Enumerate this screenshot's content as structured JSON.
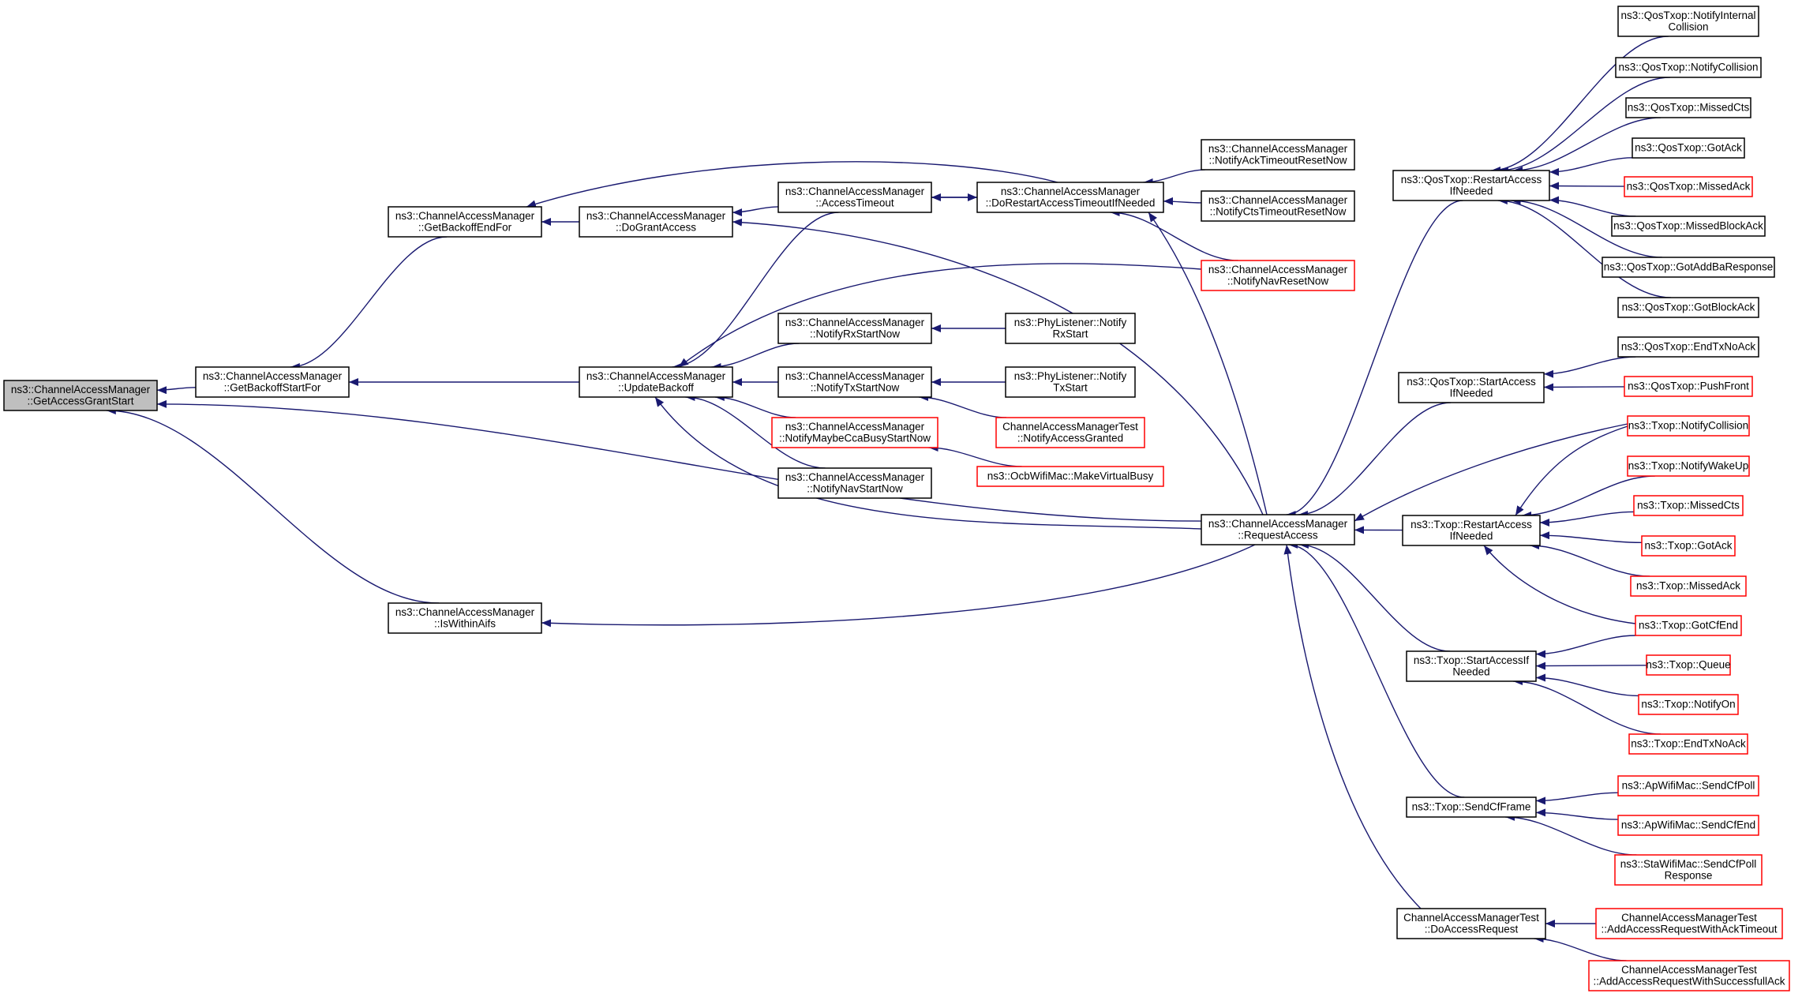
{
  "colors": {
    "edge": "#191970",
    "normal_border": "#000000",
    "link_border": "#ff0000",
    "root_fill": "#bfbfbf",
    "node_fill": "#ffffff"
  },
  "nodes": {
    "root": {
      "lines": [
        "ns3::ChannelAccessManager",
        "::GetAccessGrantStart"
      ],
      "style": "root"
    },
    "getBackoffStartFor": {
      "lines": [
        "ns3::ChannelAccessManager",
        "::GetBackoffStartFor"
      ],
      "style": "normal"
    },
    "getBackoffEndFor": {
      "lines": [
        "ns3::ChannelAccessManager",
        "::GetBackoffEndFor"
      ],
      "style": "normal"
    },
    "isWithinAifs": {
      "lines": [
        "ns3::ChannelAccessManager",
        "::IsWithinAifs"
      ],
      "style": "normal"
    },
    "doGrantAccess": {
      "lines": [
        "ns3::ChannelAccessManager",
        "::DoGrantAccess"
      ],
      "style": "normal"
    },
    "updateBackoff": {
      "lines": [
        "ns3::ChannelAccessManager",
        "::UpdateBackoff"
      ],
      "style": "normal"
    },
    "accessTimeout": {
      "lines": [
        "ns3::ChannelAccessManager",
        "::AccessTimeout"
      ],
      "style": "normal"
    },
    "doRestartAccess": {
      "lines": [
        "ns3::ChannelAccessManager",
        "::DoRestartAccessTimeoutIfNeeded"
      ],
      "style": "normal"
    },
    "notifyAckTimeoutReset": {
      "lines": [
        "ns3::ChannelAccessManager",
        "::NotifyAckTimeoutResetNow"
      ],
      "style": "normal"
    },
    "notifyCtsTimeoutReset": {
      "lines": [
        "ns3::ChannelAccessManager",
        "::NotifyCtsTimeoutResetNow"
      ],
      "style": "normal"
    },
    "notifyNavReset": {
      "lines": [
        "ns3::ChannelAccessManager",
        "::NotifyNavResetNow"
      ],
      "style": "link"
    },
    "notifyRxStart": {
      "lines": [
        "ns3::ChannelAccessManager",
        "::NotifyRxStartNow"
      ],
      "style": "normal"
    },
    "notifyTxStart": {
      "lines": [
        "ns3::ChannelAccessManager",
        "::NotifyTxStartNow"
      ],
      "style": "normal"
    },
    "notifyMaybeCca": {
      "lines": [
        "ns3::ChannelAccessManager",
        "::NotifyMaybeCcaBusyStartNow"
      ],
      "style": "link"
    },
    "notifyNavStart": {
      "lines": [
        "ns3::ChannelAccessManager",
        "::NotifyNavStartNow"
      ],
      "style": "normal"
    },
    "phyRx": {
      "lines": [
        "ns3::PhyListener::Notify",
        "RxStart"
      ],
      "style": "normal"
    },
    "phyTx": {
      "lines": [
        "ns3::PhyListener::Notify",
        "TxStart"
      ],
      "style": "normal"
    },
    "camtNotifyAccessGranted": {
      "lines": [
        "ChannelAccessManagerTest",
        "::NotifyAccessGranted"
      ],
      "style": "link"
    },
    "ocbMakeVirtualBusy": {
      "lines": [
        "ns3::OcbWifiMac::MakeVirtualBusy"
      ],
      "style": "link"
    },
    "requestAccess": {
      "lines": [
        "ns3::ChannelAccessManager",
        "::RequestAccess"
      ],
      "style": "normal"
    },
    "qosRestart": {
      "lines": [
        "ns3::QosTxop::RestartAccess",
        "IfNeeded"
      ],
      "style": "normal"
    },
    "qosStartAccess": {
      "lines": [
        "ns3::QosTxop::StartAccess",
        "IfNeeded"
      ],
      "style": "normal"
    },
    "txopRestart": {
      "lines": [
        "ns3::Txop::RestartAccess",
        "IfNeeded"
      ],
      "style": "normal"
    },
    "txopStartAccess": {
      "lines": [
        "ns3::Txop::StartAccessIf",
        "Needed"
      ],
      "style": "normal"
    },
    "txopSendCf": {
      "lines": [
        "ns3::Txop::SendCfFrame"
      ],
      "style": "normal"
    },
    "camtDoAccessRequest": {
      "lines": [
        "ChannelAccessManagerTest",
        "::DoAccessRequest"
      ],
      "style": "normal"
    },
    "qosNotifyInternal": {
      "lines": [
        "ns3::QosTxop::NotifyInternal",
        "Collision"
      ],
      "style": "normal"
    },
    "qosNotifyCollision": {
      "lines": [
        "ns3::QosTxop::NotifyCollision"
      ],
      "style": "normal"
    },
    "qosMissedCts": {
      "lines": [
        "ns3::QosTxop::MissedCts"
      ],
      "style": "normal"
    },
    "qosGotAck": {
      "lines": [
        "ns3::QosTxop::GotAck"
      ],
      "style": "normal"
    },
    "qosMissedAck": {
      "lines": [
        "ns3::QosTxop::MissedAck"
      ],
      "style": "link"
    },
    "qosMissedBlockAck": {
      "lines": [
        "ns3::QosTxop::MissedBlockAck"
      ],
      "style": "normal"
    },
    "qosGotAddBa": {
      "lines": [
        "ns3::QosTxop::GotAddBaResponse"
      ],
      "style": "normal"
    },
    "qosGotBlockAck": {
      "lines": [
        "ns3::QosTxop::GotBlockAck"
      ],
      "style": "normal"
    },
    "qosEndTxNoAck": {
      "lines": [
        "ns3::QosTxop::EndTxNoAck"
      ],
      "style": "normal"
    },
    "qosPushFront": {
      "lines": [
        "ns3::QosTxop::PushFront"
      ],
      "style": "link"
    },
    "txopNotifyCollision": {
      "lines": [
        "ns3::Txop::NotifyCollision"
      ],
      "style": "link"
    },
    "txopNotifyWakeUp": {
      "lines": [
        "ns3::Txop::NotifyWakeUp"
      ],
      "style": "link"
    },
    "txopMissedCts": {
      "lines": [
        "ns3::Txop::MissedCts"
      ],
      "style": "link"
    },
    "txopGotAck": {
      "lines": [
        "ns3::Txop::GotAck"
      ],
      "style": "link"
    },
    "txopMissedAck": {
      "lines": [
        "ns3::Txop::MissedAck"
      ],
      "style": "link"
    },
    "txopGotCfEnd": {
      "lines": [
        "ns3::Txop::GotCfEnd"
      ],
      "style": "link"
    },
    "txopQueue": {
      "lines": [
        "ns3::Txop::Queue"
      ],
      "style": "link"
    },
    "txopNotifyOn": {
      "lines": [
        "ns3::Txop::NotifyOn"
      ],
      "style": "link"
    },
    "txopEndTxNoAck": {
      "lines": [
        "ns3::Txop::EndTxNoAck"
      ],
      "style": "link"
    },
    "apSendCfPoll": {
      "lines": [
        "ns3::ApWifiMac::SendCfPoll"
      ],
      "style": "link"
    },
    "apSendCfEnd": {
      "lines": [
        "ns3::ApWifiMac::SendCfEnd"
      ],
      "style": "link"
    },
    "staSendCfPoll": {
      "lines": [
        "ns3::StaWifiMac::SendCfPoll",
        "Response"
      ],
      "style": "link"
    },
    "camtAddAckTimeout": {
      "lines": [
        "ChannelAccessManagerTest",
        "::AddAccessRequestWithAckTimeout"
      ],
      "style": "link"
    },
    "camtAddSuccessful": {
      "lines": [
        "ChannelAccessManagerTest",
        "::AddAccessRequestWithSuccessfullAck"
      ],
      "style": "link"
    }
  },
  "edges": [
    {
      "from": "getBackoffStartFor",
      "to": "root"
    },
    {
      "from": "requestAccess",
      "to": "root"
    },
    {
      "from": "isWithinAifs",
      "to": "root"
    },
    {
      "from": "getBackoffEndFor",
      "to": "getBackoffStartFor"
    },
    {
      "from": "updateBackoff",
      "to": "getBackoffStartFor"
    },
    {
      "from": "doGrantAccess",
      "to": "getBackoffEndFor"
    },
    {
      "from": "doRestartAccess",
      "to": "getBackoffEndFor"
    },
    {
      "from": "requestAccess",
      "to": "isWithinAifs"
    },
    {
      "from": "accessTimeout",
      "to": "doGrantAccess"
    },
    {
      "from": "requestAccess",
      "to": "doGrantAccess"
    },
    {
      "from": "accessTimeout",
      "to": "updateBackoff"
    },
    {
      "from": "notifyNavReset",
      "to": "updateBackoff"
    },
    {
      "from": "notifyRxStart",
      "to": "updateBackoff"
    },
    {
      "from": "notifyTxStart",
      "to": "updateBackoff"
    },
    {
      "from": "notifyMaybeCca",
      "to": "updateBackoff"
    },
    {
      "from": "notifyNavStart",
      "to": "updateBackoff"
    },
    {
      "from": "requestAccess",
      "to": "updateBackoff"
    },
    {
      "from": "accessTimeout",
      "to": "doRestartAccess"
    },
    {
      "from": "doRestartAccess",
      "to": "accessTimeout"
    },
    {
      "from": "notifyAckTimeoutReset",
      "to": "doRestartAccess"
    },
    {
      "from": "notifyCtsTimeoutReset",
      "to": "doRestartAccess"
    },
    {
      "from": "notifyNavReset",
      "to": "doRestartAccess"
    },
    {
      "from": "requestAccess",
      "to": "doRestartAccess"
    },
    {
      "from": "phyRx",
      "to": "notifyRxStart"
    },
    {
      "from": "phyTx",
      "to": "notifyTxStart"
    },
    {
      "from": "camtNotifyAccessGranted",
      "to": "notifyTxStart"
    },
    {
      "from": "ocbMakeVirtualBusy",
      "to": "notifyMaybeCca"
    },
    {
      "from": "qosRestart",
      "to": "requestAccess"
    },
    {
      "from": "qosStartAccess",
      "to": "requestAccess"
    },
    {
      "from": "txopNotifyCollision",
      "to": "requestAccess"
    },
    {
      "from": "txopRestart",
      "to": "requestAccess"
    },
    {
      "from": "txopStartAccess",
      "to": "requestAccess"
    },
    {
      "from": "txopSendCf",
      "to": "requestAccess"
    },
    {
      "from": "camtDoAccessRequest",
      "to": "requestAccess"
    },
    {
      "from": "qosNotifyInternal",
      "to": "qosRestart"
    },
    {
      "from": "qosNotifyCollision",
      "to": "qosRestart"
    },
    {
      "from": "qosMissedCts",
      "to": "qosRestart"
    },
    {
      "from": "qosGotAck",
      "to": "qosRestart"
    },
    {
      "from": "qosMissedAck",
      "to": "qosRestart"
    },
    {
      "from": "qosMissedBlockAck",
      "to": "qosRestart"
    },
    {
      "from": "qosGotAddBa",
      "to": "qosRestart"
    },
    {
      "from": "qosGotBlockAck",
      "to": "qosRestart"
    },
    {
      "from": "qosEndTxNoAck",
      "to": "qosStartAccess"
    },
    {
      "from": "qosPushFront",
      "to": "qosStartAccess"
    },
    {
      "from": "txopNotifyCollision",
      "to": "txopRestart"
    },
    {
      "from": "txopNotifyWakeUp",
      "to": "txopRestart"
    },
    {
      "from": "txopMissedCts",
      "to": "txopRestart"
    },
    {
      "from": "txopGotAck",
      "to": "txopRestart"
    },
    {
      "from": "txopMissedAck",
      "to": "txopRestart"
    },
    {
      "from": "txopGotCfEnd",
      "to": "txopRestart"
    },
    {
      "from": "txopGotCfEnd",
      "to": "txopStartAccess"
    },
    {
      "from": "txopQueue",
      "to": "txopStartAccess"
    },
    {
      "from": "txopNotifyOn",
      "to": "txopStartAccess"
    },
    {
      "from": "txopEndTxNoAck",
      "to": "txopStartAccess"
    },
    {
      "from": "apSendCfPoll",
      "to": "txopSendCf"
    },
    {
      "from": "apSendCfEnd",
      "to": "txopSendCf"
    },
    {
      "from": "staSendCfPoll",
      "to": "txopSendCf"
    },
    {
      "from": "camtAddAckTimeout",
      "to": "camtDoAccessRequest"
    },
    {
      "from": "camtAddSuccessful",
      "to": "camtDoAccessRequest"
    }
  ]
}
